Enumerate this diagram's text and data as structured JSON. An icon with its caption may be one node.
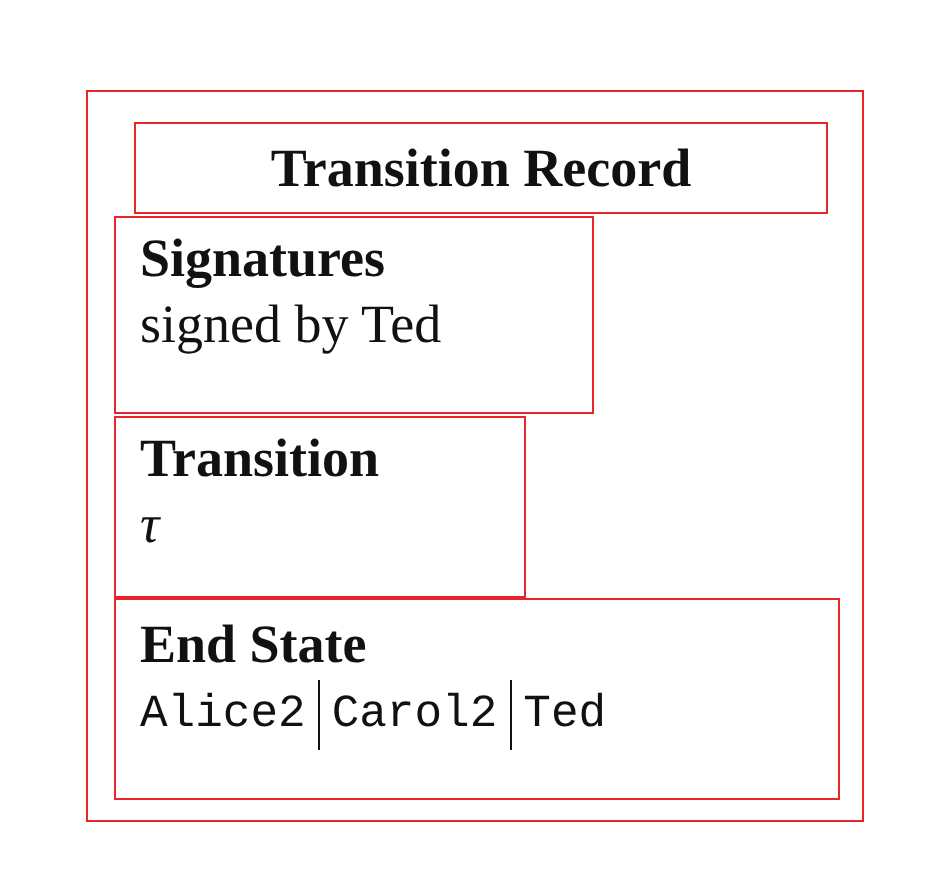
{
  "diagram": {
    "nodes": [
      {
        "text": [],
        "shape": "box"
      },
      {
        "text": [
          "Transition Record"
        ],
        "in": 0
      },
      {
        "text": [
          "Signatures",
          "signed by Ted"
        ],
        "in": 0
      },
      {
        "text": [
          "Transition",
          "τ"
        ],
        "in": 0
      },
      {
        "text": [
          "End State",
          "Alice2",
          "Carol2",
          "Ted"
        ],
        "in": 0
      }
    ]
  }
}
